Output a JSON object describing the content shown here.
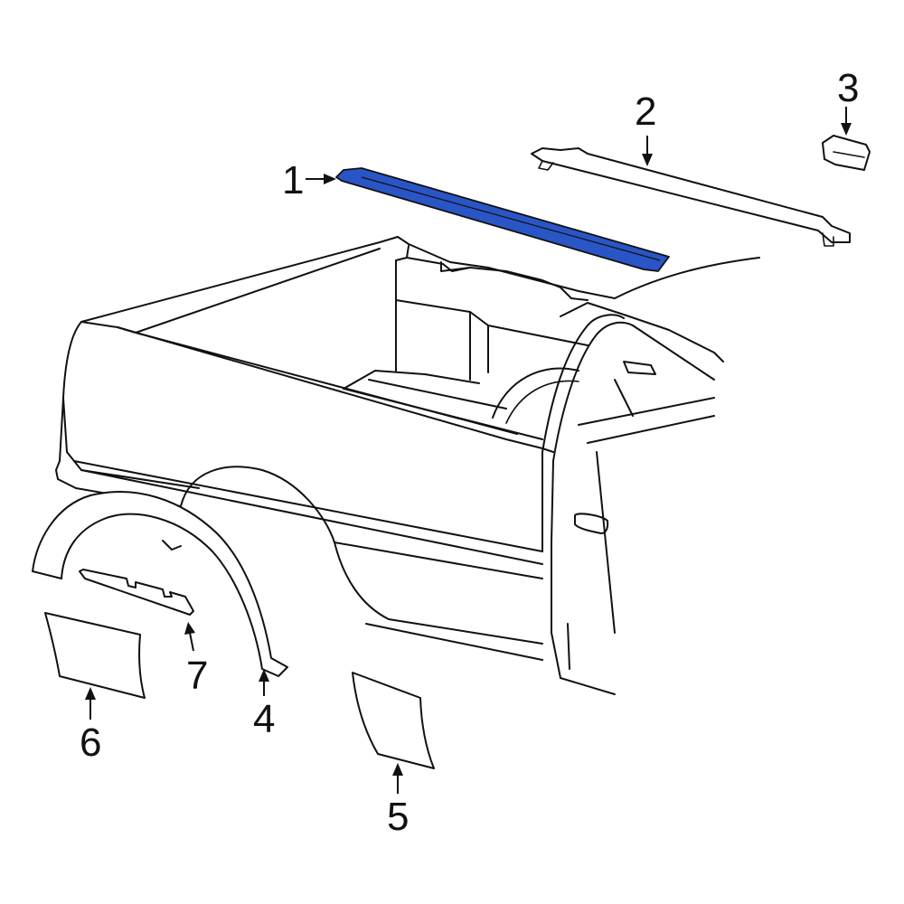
{
  "diagram": {
    "highlight_color": "#2a55c6",
    "line_color": "#111111",
    "callouts": [
      {
        "id": "1",
        "label": "1"
      },
      {
        "id": "2",
        "label": "2"
      },
      {
        "id": "3",
        "label": "3"
      },
      {
        "id": "4",
        "label": "4"
      },
      {
        "id": "5",
        "label": "5"
      },
      {
        "id": "6",
        "label": "6"
      },
      {
        "id": "7",
        "label": "7"
      }
    ]
  }
}
